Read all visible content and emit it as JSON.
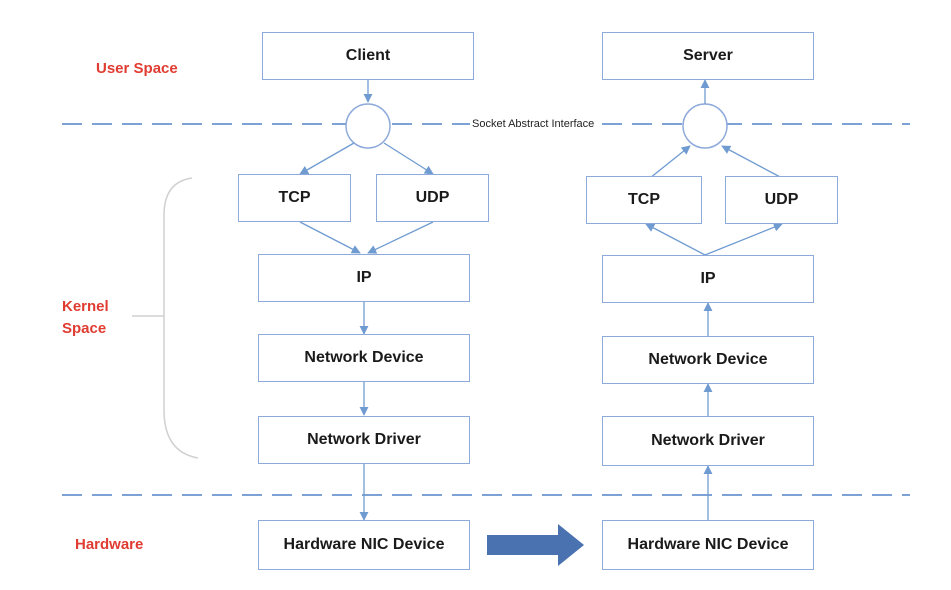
{
  "labels": {
    "user_space": "User Space",
    "kernel_space_line1": "Kernel",
    "kernel_space_line2": "Space",
    "hardware": "Hardware",
    "socket_interface": "Socket Abstract Interface"
  },
  "client_stack": {
    "app": "Client",
    "tcp": "TCP",
    "udp": "UDP",
    "ip": "IP",
    "network_device": "Network Device",
    "network_driver": "Network Driver",
    "nic": "Hardware NIC Device"
  },
  "server_stack": {
    "app": "Server",
    "tcp": "TCP",
    "udp": "UDP",
    "ip": "IP",
    "network_device": "Network Device",
    "network_driver": "Network Driver",
    "nic": "Hardware NIC Device"
  },
  "colors": {
    "box_border": "#8eaadb",
    "arrow": "#6f9bd1",
    "dashed_line": "#7da2d6",
    "label_red": "#e03c31",
    "big_arrow": "#4a72b0",
    "brace": "#d0d0d0"
  }
}
